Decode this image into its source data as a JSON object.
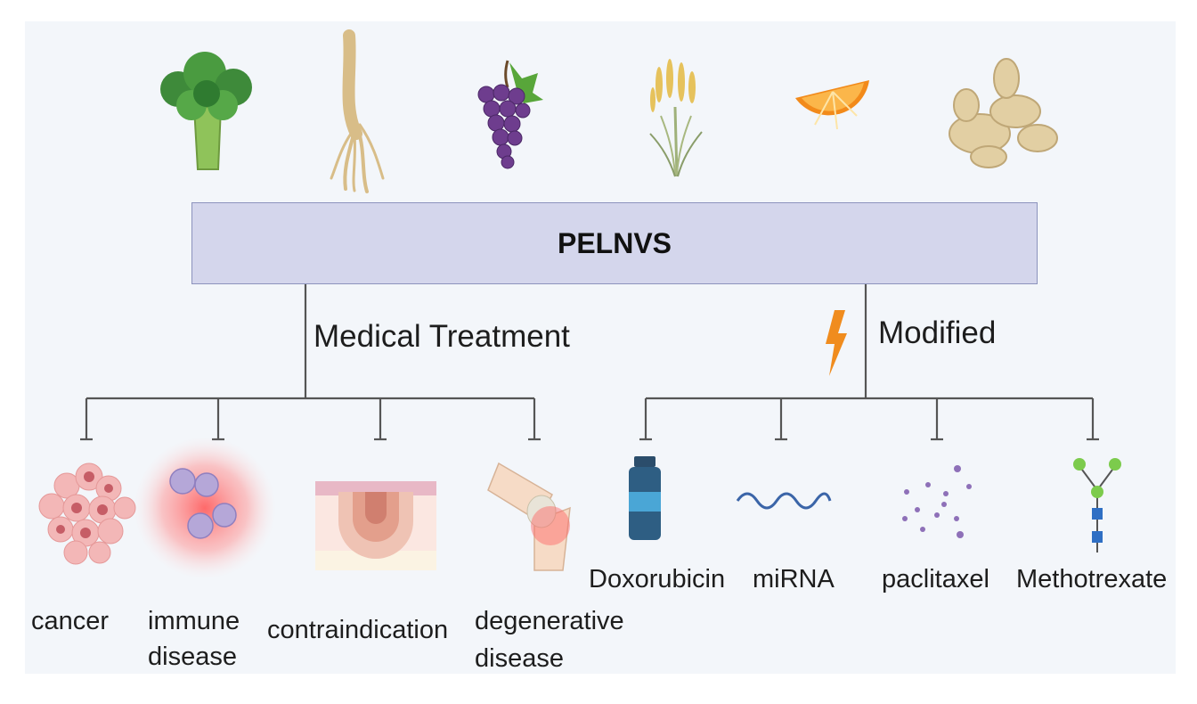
{
  "title": "PELNVS",
  "branches": {
    "medical": {
      "label": "Medical Treatment",
      "items": [
        {
          "line1": "cancer",
          "line2": ""
        },
        {
          "line1": "immune",
          "line2": "disease"
        },
        {
          "line1": "contraindication",
          "line2": ""
        },
        {
          "line1": "degenerative",
          "line2": "disease"
        }
      ]
    },
    "modified": {
      "label": "Modified",
      "items": [
        {
          "line1": "Doxorubicin"
        },
        {
          "line1": "miRNA"
        },
        {
          "line1": "paclitaxel"
        },
        {
          "line1": "Methotrexate"
        }
      ]
    }
  },
  "sources": [
    "broccoli",
    "ginseng",
    "grape",
    "wheat",
    "orange",
    "ginger"
  ],
  "colors": {
    "title_box": "#d4d6ec",
    "title_border": "#8c93bd",
    "connector": "#555555",
    "lightning": "#f08c1e",
    "background": "#f3f6fa"
  }
}
